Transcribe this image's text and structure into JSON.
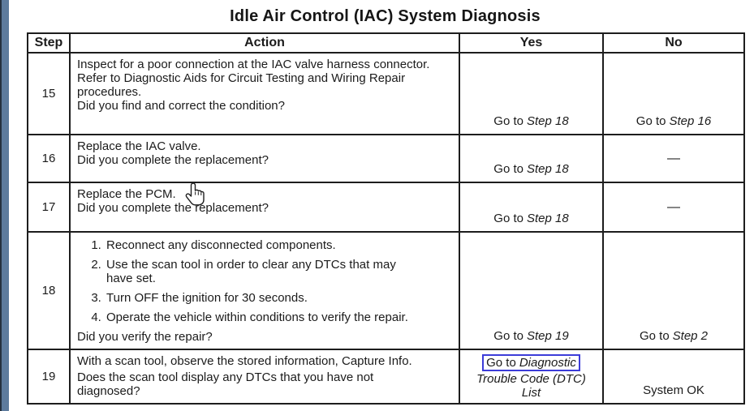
{
  "title": "Idle Air Control (IAC) System Diagnosis",
  "table": {
    "headers": {
      "step": "Step",
      "action": "Action",
      "yes": "Yes",
      "no": "No"
    },
    "row15": {
      "step": "15",
      "action_lines": [
        "Inspect for a poor connection at the IAC valve harness connector.",
        "Refer to Diagnostic Aids for Circuit Testing and Wiring Repair",
        "procedures."
      ],
      "question": "Did you find and correct the condition?",
      "yes": {
        "prefix": "Go to",
        "target": "Step 18"
      },
      "no": {
        "prefix": "Go to",
        "target": "Step 16"
      }
    },
    "row16": {
      "step": "16",
      "action": "Replace the IAC valve.",
      "question": "Did you complete the replacement?",
      "yes": {
        "prefix": "Go to",
        "target": "Step 18"
      },
      "no_dash": "—"
    },
    "row17": {
      "step": "17",
      "action": "Replace the PCM.",
      "question": "Did you complete the replacement?",
      "yes": {
        "prefix": "Go to",
        "target": "Step 18"
      },
      "no_dash": "—"
    },
    "row18": {
      "step": "18",
      "items": [
        [
          "Reconnect any disconnected components."
        ],
        [
          "Use the scan tool in order to clear any DTCs that may",
          "have set."
        ],
        [
          "Turn OFF the ignition for 30 seconds."
        ],
        [
          "Operate the vehicle within conditions to verify the repair."
        ]
      ],
      "question": "Did you verify the repair?",
      "yes": {
        "prefix": "Go to",
        "target": "Step 19"
      },
      "no": {
        "prefix": "Go to",
        "target": "Step 2"
      }
    },
    "row19": {
      "step": "19",
      "action_line": "With a scan tool, observe the stored information, Capture Info.",
      "question_lines": [
        "Does the scan tool display any DTCs that you have not",
        "diagnosed?"
      ],
      "yes": {
        "prefix": "Go to",
        "link_word": "Diagnostic",
        "line2": "Trouble Code (DTC)",
        "line3": "List"
      },
      "no_text": "System OK"
    }
  },
  "cursor": "hand-pointer",
  "colors": {
    "link_box_border": "#3c3cd9",
    "sidebar": "#5d7b9d",
    "sidebar_edge": "#25313f",
    "table_border": "#1d1d1d"
  }
}
